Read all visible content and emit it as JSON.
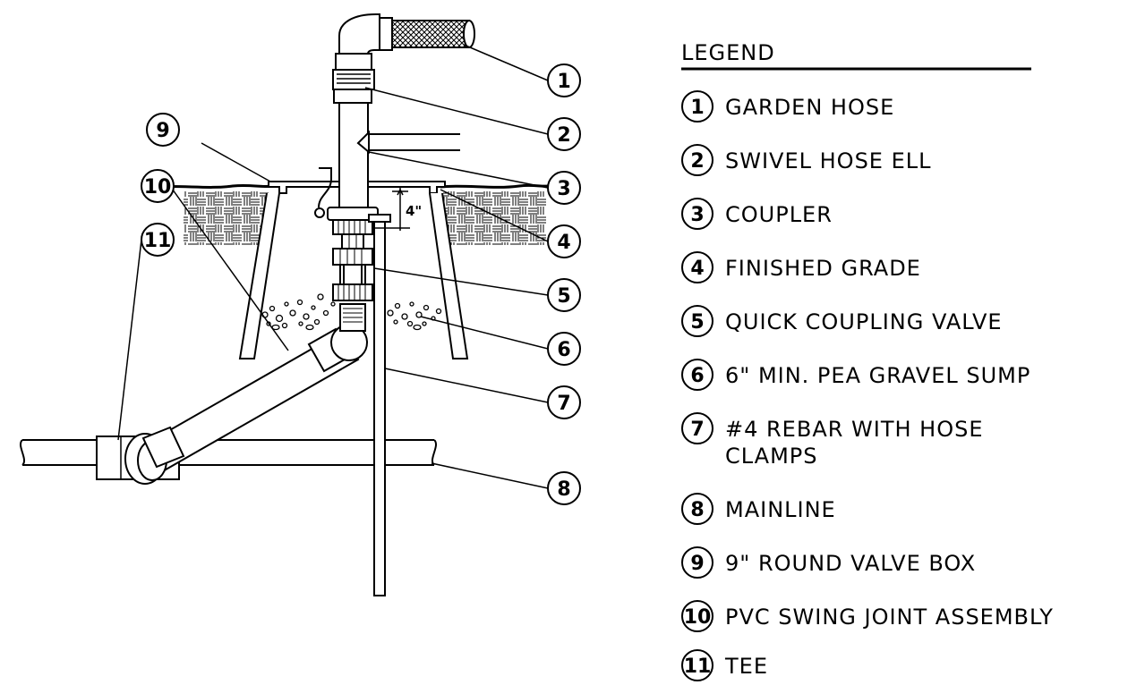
{
  "legend": {
    "title": "LEGEND",
    "items": [
      {
        "num": "1",
        "label": "GARDEN HOSE"
      },
      {
        "num": "2",
        "label": "SWIVEL HOSE ELL"
      },
      {
        "num": "3",
        "label": "COUPLER"
      },
      {
        "num": "4",
        "label": "FINISHED GRADE"
      },
      {
        "num": "5",
        "label": "QUICK COUPLING VALVE"
      },
      {
        "num": "6",
        "label": "6\" MIN. PEA GRAVEL SUMP"
      },
      {
        "num": "7",
        "label": "#4 REBAR WITH HOSE",
        "label2": "CLAMPS"
      },
      {
        "num": "8",
        "label": "MAINLINE"
      },
      {
        "num": "9",
        "label": "9\" ROUND VALVE BOX"
      },
      {
        "num": "10",
        "label": "PVC SWING JOINT ASSEMBLY"
      },
      {
        "num": "11",
        "label": "TEE"
      }
    ]
  },
  "dimension": "4\"",
  "colors": {
    "ink": "#000000",
    "paper": "#ffffff"
  }
}
